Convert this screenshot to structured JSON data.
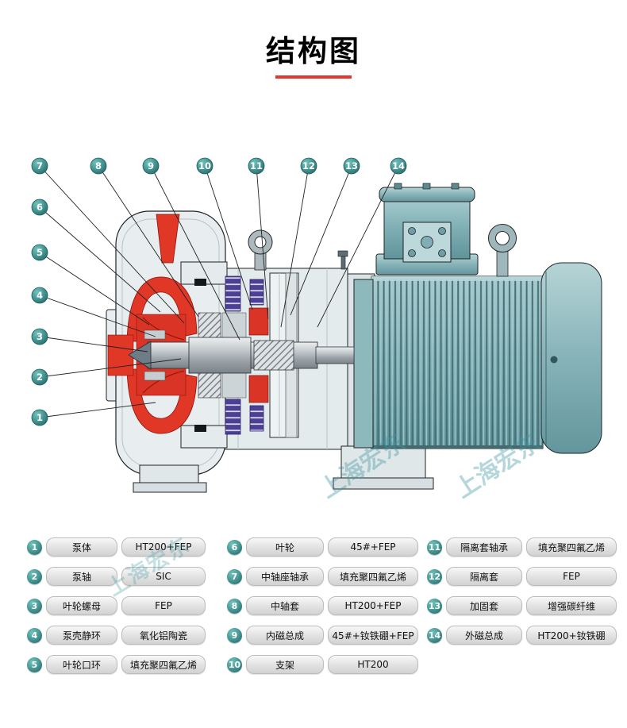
{
  "title": "结构图",
  "watermark": "上海宏东",
  "callouts": [
    "1",
    "2",
    "3",
    "4",
    "5",
    "6",
    "7",
    "8",
    "9",
    "10",
    "11",
    "12",
    "13",
    "14"
  ],
  "legend": {
    "col1": [
      {
        "num": "1",
        "name": "泵体",
        "material": "HT200+FEP"
      },
      {
        "num": "2",
        "name": "泵轴",
        "material": "SIC"
      },
      {
        "num": "3",
        "name": "叶轮螺母",
        "material": "FEP"
      },
      {
        "num": "4",
        "name": "泵壳静环",
        "material": "氧化铝陶瓷"
      },
      {
        "num": "5",
        "name": "叶轮口环",
        "material": "填充聚四氟乙烯"
      }
    ],
    "col2": [
      {
        "num": "6",
        "name": "叶轮",
        "material": "45#+FEP"
      },
      {
        "num": "7",
        "name": "中轴座轴承",
        "material": "填充聚四氟乙烯"
      },
      {
        "num": "8",
        "name": "中轴套",
        "material": "HT200+FEP"
      },
      {
        "num": "9",
        "name": "内磁总成",
        "material": "45#+钕铁硼+FEP"
      },
      {
        "num": "10",
        "name": "支架",
        "material": "HT200"
      }
    ],
    "col3": [
      {
        "num": "11",
        "name": "隔离套轴承",
        "material": "填充聚四氟乙烯"
      },
      {
        "num": "12",
        "name": "隔离套",
        "material": "FEP"
      },
      {
        "num": "13",
        "name": "加固套",
        "material": "增强碳纤维"
      },
      {
        "num": "14",
        "name": "外磁总成",
        "material": "HT200+钕铁硼"
      }
    ]
  }
}
